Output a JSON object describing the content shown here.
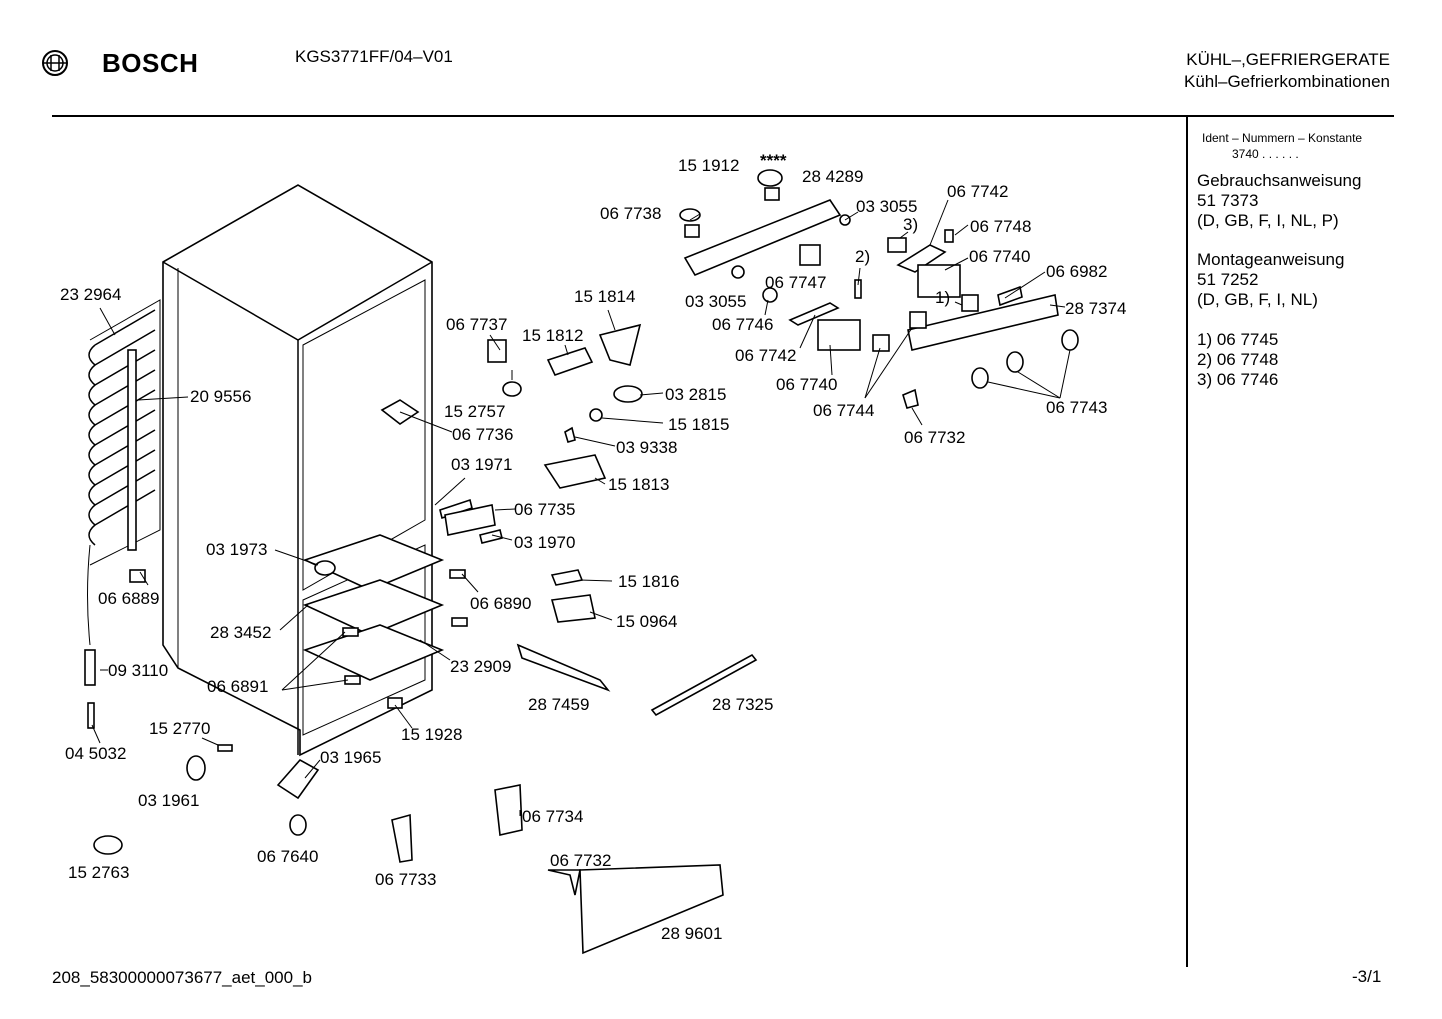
{
  "header": {
    "brand": "BOSCH",
    "model": "KGS3771FF/04–V01",
    "category_line1": "KÜHL–,GEFRIERGERATE",
    "category_line2": "Kühl–Gefrierkombinationen"
  },
  "sidebar": {
    "ident_label": "Ident – Nummern – Konstante",
    "ident_value": "3740 . . . . . .",
    "usage_title": "Gebrauchsanweisung",
    "usage_number": "51 7373",
    "usage_langs": "(D, GB, F, I, NL, P)",
    "assembly_title": "Montageanweisung",
    "assembly_number": "51 7252",
    "assembly_langs": "(D, GB, F, I, NL)",
    "notes": [
      "1) 06 7745",
      "2) 06 7748",
      "3) 06 7746"
    ]
  },
  "footer": {
    "doc_id": "208_58300000073677_aet_000_b",
    "page": "-3/1"
  },
  "diagram": {
    "labels": [
      "15 1912",
      "****",
      "28 4289",
      "06 7738",
      "03 3055",
      "06 7742",
      "3)",
      "06 7748",
      "06 7740",
      "2)",
      "06 6982",
      "06 7747",
      "1)",
      "28 7374",
      "03 3055",
      "06 7746",
      "15 1814",
      "06 7737",
      "15 1812",
      "06 7742",
      "06 7740",
      "06 7744",
      "06 7743",
      "03 2815",
      "15 2757",
      "15 1815",
      "06 7732",
      "06 7736",
      "03 9338",
      "03 1971",
      "15 1813",
      "06 7735",
      "03 1970",
      "03 1973",
      "15 1816",
      "06 6890",
      "15 0964",
      "23 2964",
      "20 9556",
      "06 6889",
      "28 3452",
      "23 2909",
      "06 6891",
      "09 3110",
      "28 7459",
      "28 7325",
      "15 2770",
      "15 1928",
      "04 5032",
      "03 1965",
      "03 1961",
      "06 7734",
      "06 7640",
      "06 7733",
      "06 7732",
      "15 2763",
      "28 9601"
    ]
  }
}
